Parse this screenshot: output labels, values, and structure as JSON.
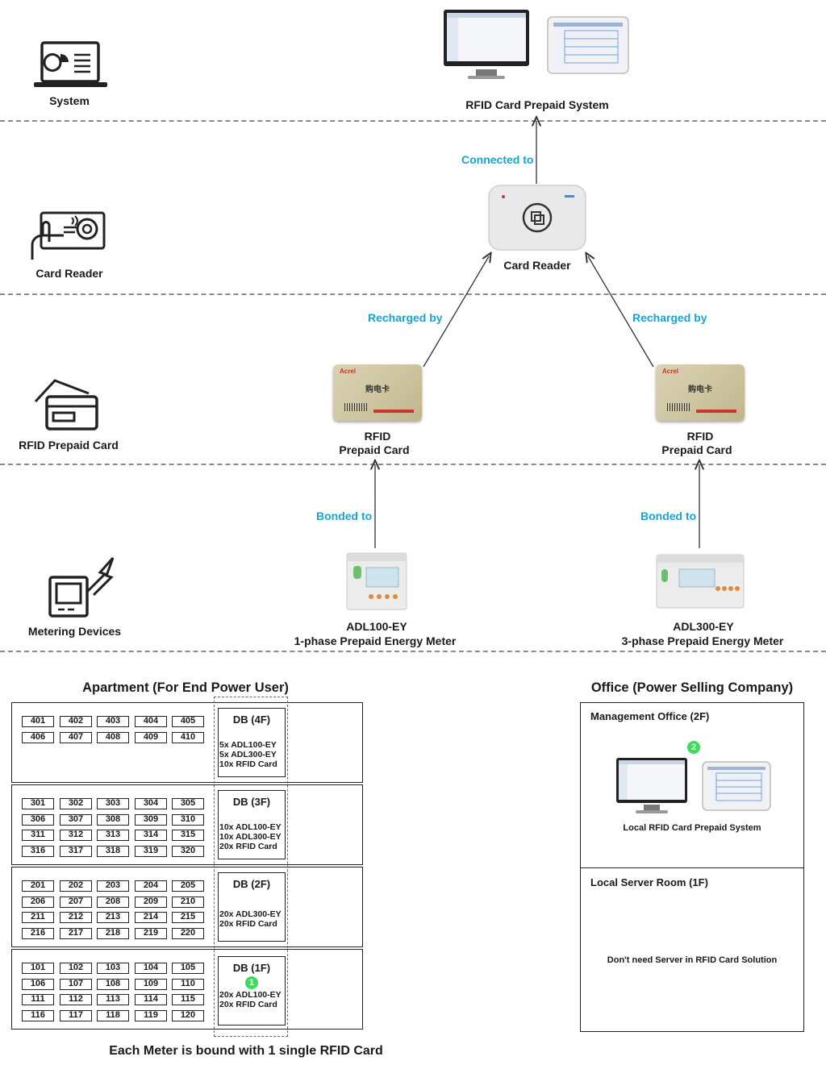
{
  "layers": {
    "system": "System",
    "card_reader": "Card Reader",
    "rfid_card": "RFID Prepaid Card",
    "metering": "Metering Devices"
  },
  "system_node": {
    "label": "RFID Card Prepaid System"
  },
  "connections": {
    "connected_to": "Connected to",
    "recharged_by_left": "Recharged by",
    "recharged_by_right": "Recharged by",
    "bonded_to_left": "Bonded to",
    "bonded_to_right": "Bonded to"
  },
  "reader_node": {
    "label": "Card Reader"
  },
  "cards": {
    "left": {
      "line1": "RFID",
      "line2": "Prepaid Card"
    },
    "right": {
      "line1": "RFID",
      "line2": "Prepaid Card"
    },
    "face": {
      "brand": "Acrel",
      "title": "购电卡"
    }
  },
  "meters": {
    "left": {
      "model": "ADL100-EY",
      "desc": "1-phase Prepaid Energy Meter"
    },
    "right": {
      "model": "ADL300-EY",
      "desc": "3-phase Prepaid Energy Meter"
    }
  },
  "apartment": {
    "title": "Apartment (For End Power User)",
    "footer": "Each Meter is bound with 1 single RFID Card",
    "floors": [
      {
        "rooms": [
          "401",
          "402",
          "403",
          "404",
          "405",
          "406",
          "407",
          "408",
          "409",
          "410"
        ],
        "db": "DB (4F)",
        "contents": [
          "5x ADL100-EY",
          "5x ADL300-EY",
          "10x RFID Card"
        ]
      },
      {
        "rooms": [
          "301",
          "302",
          "303",
          "304",
          "305",
          "306",
          "307",
          "308",
          "309",
          "310",
          "311",
          "312",
          "313",
          "314",
          "315",
          "316",
          "317",
          "318",
          "319",
          "320"
        ],
        "db": "DB (3F)",
        "contents": [
          "10x ADL100-EY",
          "10x ADL300-EY",
          "20x RFID Card"
        ]
      },
      {
        "rooms": [
          "201",
          "202",
          "203",
          "204",
          "205",
          "206",
          "207",
          "208",
          "209",
          "210",
          "211",
          "212",
          "213",
          "214",
          "215",
          "216",
          "217",
          "218",
          "219",
          "220"
        ],
        "db": "DB (2F)",
        "contents": [
          "20x ADL300-EY",
          "20x RFID Card"
        ]
      },
      {
        "rooms": [
          "101",
          "102",
          "103",
          "104",
          "105",
          "106",
          "107",
          "108",
          "109",
          "110",
          "111",
          "112",
          "113",
          "114",
          "115",
          "116",
          "117",
          "118",
          "119",
          "120"
        ],
        "db": "DB (1F)",
        "contents": [
          "20x ADL100-EY",
          "20x RFID Card"
        ]
      }
    ],
    "badge": "1"
  },
  "office": {
    "title": "Office (Power Selling Company)",
    "mgmt_title": "Management Office (2F)",
    "mgmt_caption": "Local RFID Card Prepaid System",
    "badge": "2",
    "server_title": "Local Server Room (1F)",
    "server_note": "Don't need Server in RFID Card Solution"
  }
}
